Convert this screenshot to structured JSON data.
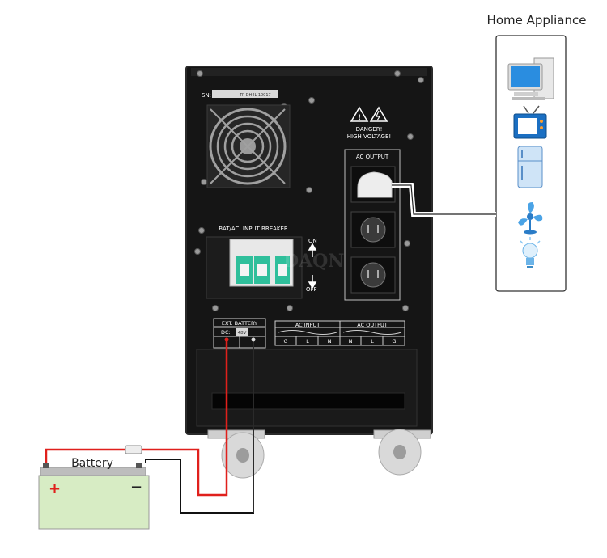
{
  "home_appliance": {
    "title": "Home Appliance",
    "icons": [
      "computer-icon",
      "tv-icon",
      "fridge-icon",
      "fan-icon",
      "light-bulb-icon"
    ]
  },
  "inverter": {
    "sn_label": "SN:",
    "sn_value": "TP DH4L 10017",
    "warning_line1": "DANGER!",
    "warning_line2": "HIGH VOLTAGE!",
    "breaker_label": "BAT/AC. INPUT BREAKER",
    "on_label": "ON",
    "off_label": "OFF",
    "ac_output_panel_label": "AC OUTPUT",
    "ext_battery_label": "EXT. BATTERY",
    "dc_label": "DC:",
    "dc_value": "48V",
    "ac_input_label": "AC INPUT",
    "ac_output_label": "AC OUTPUT",
    "ac_input_terminals": [
      "G",
      "L",
      "N"
    ],
    "ac_output_terminals": [
      "N",
      "L",
      "G"
    ],
    "watermark": "DAQN"
  },
  "battery": {
    "label": "Battery",
    "plus": "+",
    "minus": "−"
  },
  "colors": {
    "wire_positive": "#e0201c",
    "wire_negative": "#111111",
    "cabinet": "#131313",
    "battery_body": "#d7ecc4",
    "battery_top": "#b9b9b9"
  }
}
